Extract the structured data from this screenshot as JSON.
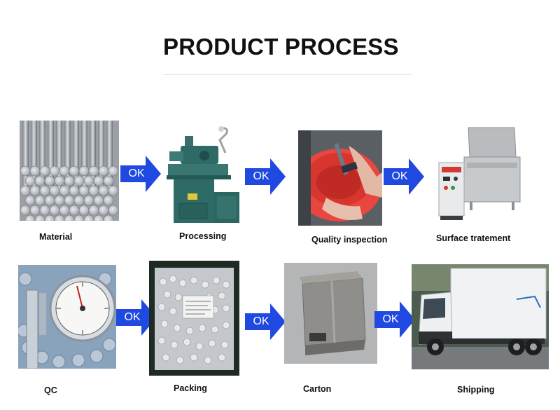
{
  "header": {
    "title": "PRODUCT PROCESS"
  },
  "arrow_label": "OK",
  "steps": [
    {
      "label": "Material",
      "image_icon": "steel-rods"
    },
    {
      "label": "Processing",
      "image_icon": "lathe-machine"
    },
    {
      "label": "Quality inspection",
      "image_icon": "caliper-inspection"
    },
    {
      "label": "Surface tratement",
      "image_icon": "ultrasonic-cleaner"
    },
    {
      "label": "QC",
      "image_icon": "dial-caliper"
    },
    {
      "label": "Packing",
      "image_icon": "parts-bag"
    },
    {
      "label": "Carton",
      "image_icon": "carton-box"
    },
    {
      "label": "Shipping",
      "image_icon": "delivery-truck"
    }
  ],
  "colors": {
    "arrow": "#1f49e0",
    "title": "#111111",
    "machine": "#2f6b66",
    "inspection_bowl": "#e8463f"
  }
}
